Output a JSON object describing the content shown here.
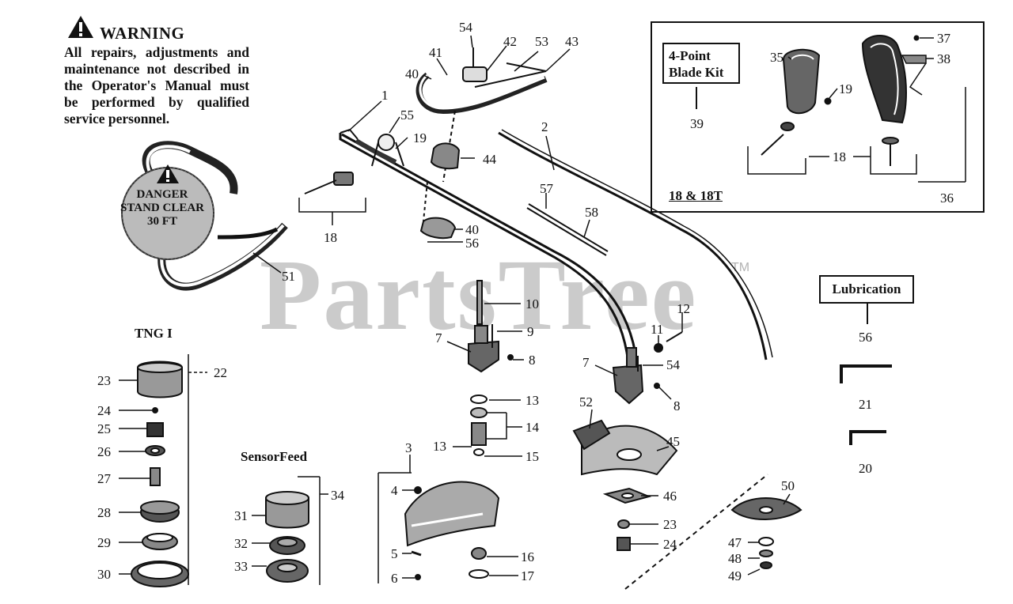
{
  "warning": {
    "title": "WARNING",
    "text": "All repairs, adjustments and maintenance not described in the Operator's Manual must be performed by qualified service personnel."
  },
  "danger_label": "DANGER STAND CLEAR 30 FT",
  "watermark": "PartsTree",
  "trademark": "TM",
  "kit_box": "4-Point\nBlade Kit",
  "lubrication": "Lubrication",
  "section_titles": {
    "tng": "TNG I",
    "sensorfeed": "SensorFeed"
  },
  "models": "18 & 18T",
  "callouts": [
    {
      "id": "c-54a",
      "text": "54"
    },
    {
      "id": "c-41",
      "text": "41"
    },
    {
      "id": "c-42",
      "text": "42"
    },
    {
      "id": "c-53",
      "text": "53"
    },
    {
      "id": "c-43",
      "text": "43"
    },
    {
      "id": "c-40a",
      "text": "40"
    },
    {
      "id": "c-1",
      "text": "1"
    },
    {
      "id": "c-55",
      "text": "55"
    },
    {
      "id": "c-19a",
      "text": "19"
    },
    {
      "id": "c-44",
      "text": "44"
    },
    {
      "id": "c-2",
      "text": "2"
    },
    {
      "id": "c-18a",
      "text": "18"
    },
    {
      "id": "c-57",
      "text": "57"
    },
    {
      "id": "c-58",
      "text": "58"
    },
    {
      "id": "c-40b",
      "text": "40"
    },
    {
      "id": "c-56a",
      "text": "56"
    },
    {
      "id": "c-51",
      "text": "51"
    },
    {
      "id": "c-10",
      "text": "10"
    },
    {
      "id": "c-9",
      "text": "9"
    },
    {
      "id": "c-7a",
      "text": "7"
    },
    {
      "id": "c-8a",
      "text": "8"
    },
    {
      "id": "c-12",
      "text": "12"
    },
    {
      "id": "c-11",
      "text": "11"
    },
    {
      "id": "c-54b",
      "text": "54"
    },
    {
      "id": "c-7b",
      "text": "7"
    },
    {
      "id": "c-8b",
      "text": "8"
    },
    {
      "id": "c-13a",
      "text": "13"
    },
    {
      "id": "c-14",
      "text": "14"
    },
    {
      "id": "c-13b",
      "text": "13"
    },
    {
      "id": "c-15",
      "text": "15"
    },
    {
      "id": "c-52",
      "text": "52"
    },
    {
      "id": "c-45",
      "text": "45"
    },
    {
      "id": "c-3",
      "text": "3"
    },
    {
      "id": "c-4",
      "text": "4"
    },
    {
      "id": "c-5",
      "text": "5"
    },
    {
      "id": "c-6",
      "text": "6"
    },
    {
      "id": "c-16",
      "text": "16"
    },
    {
      "id": "c-17",
      "text": "17"
    },
    {
      "id": "c-46",
      "text": "46"
    },
    {
      "id": "c-23b",
      "text": "23"
    },
    {
      "id": "c-24b",
      "text": "24"
    },
    {
      "id": "c-50",
      "text": "50"
    },
    {
      "id": "c-47",
      "text": "47"
    },
    {
      "id": "c-48",
      "text": "48"
    },
    {
      "id": "c-49",
      "text": "49"
    },
    {
      "id": "c-22",
      "text": "22"
    },
    {
      "id": "c-23a",
      "text": "23"
    },
    {
      "id": "c-24a",
      "text": "24"
    },
    {
      "id": "c-25",
      "text": "25"
    },
    {
      "id": "c-26",
      "text": "26"
    },
    {
      "id": "c-27",
      "text": "27"
    },
    {
      "id": "c-28",
      "text": "28"
    },
    {
      "id": "c-29",
      "text": "29"
    },
    {
      "id": "c-30",
      "text": "30"
    },
    {
      "id": "c-34",
      "text": "34"
    },
    {
      "id": "c-31",
      "text": "31"
    },
    {
      "id": "c-32",
      "text": "32"
    },
    {
      "id": "c-33",
      "text": "33"
    },
    {
      "id": "c-35",
      "text": "35"
    },
    {
      "id": "c-37",
      "text": "37"
    },
    {
      "id": "c-38",
      "text": "38"
    },
    {
      "id": "c-19b",
      "text": "19"
    },
    {
      "id": "c-39",
      "text": "39"
    },
    {
      "id": "c-18b",
      "text": "18"
    },
    {
      "id": "c-36",
      "text": "36"
    },
    {
      "id": "c-56b",
      "text": "56"
    },
    {
      "id": "c-21",
      "text": "21"
    },
    {
      "id": "c-20",
      "text": "20"
    }
  ]
}
